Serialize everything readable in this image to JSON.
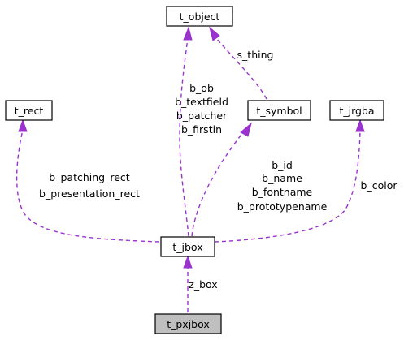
{
  "colors": {
    "edge": "#9a32cd",
    "node_fill": "#ffffff",
    "focus_fill": "#bfbfbf",
    "border": "#000000"
  },
  "nodes": {
    "t_object": "t_object",
    "t_rect": "t_rect",
    "t_symbol": "t_symbol",
    "t_jrgba": "t_jrgba",
    "t_jbox": "t_jbox",
    "t_pxjbox": "t_pxjbox"
  },
  "edges": {
    "jbox_to_object": [
      "b_ob",
      "b_textfield",
      "b_patcher",
      "b_firstin"
    ],
    "symbol_to_object": [
      "s_thing"
    ],
    "jbox_to_rect": [
      "b_patching_rect",
      "b_presentation_rect"
    ],
    "jbox_to_symbol": [
      "b_id",
      "b_name",
      "b_fontname",
      "b_prototypename"
    ],
    "jbox_to_jrgba": [
      "b_color"
    ],
    "pxjbox_to_jbox": [
      "z_box"
    ]
  }
}
